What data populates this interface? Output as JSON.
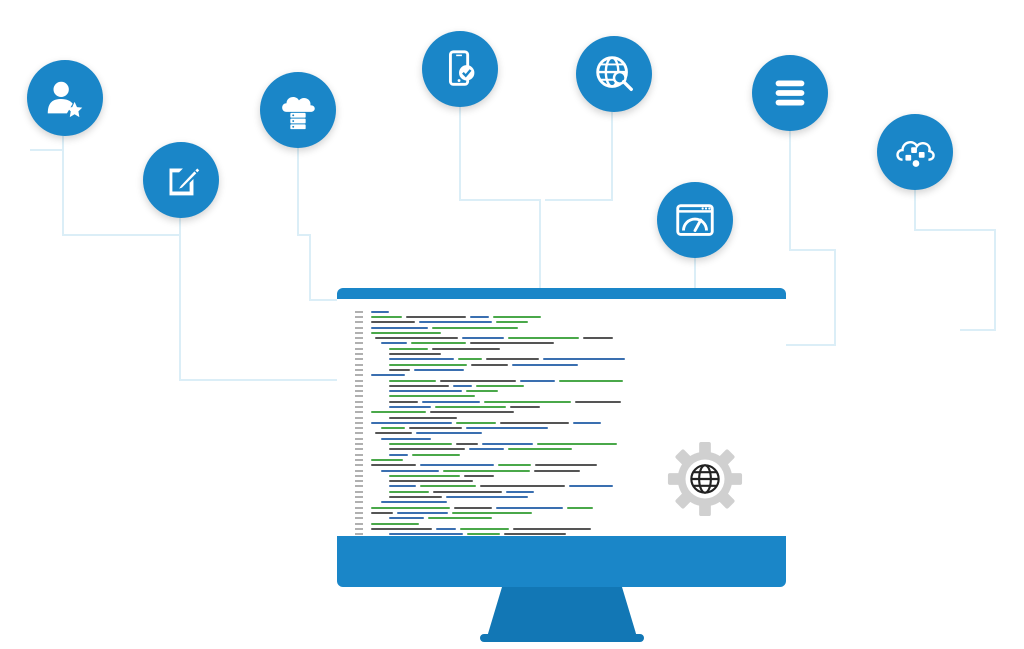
{
  "colors": {
    "accent": "#1a86c8",
    "dark_accent": "#1277b5",
    "connector": "#dbeef7",
    "gear": "#d0d0d0",
    "code_green": "#4aa84a",
    "code_blue": "#3a6fb0",
    "code_gray": "#555555"
  },
  "nodes": [
    {
      "name": "user-star-icon",
      "icon": "user-star"
    },
    {
      "name": "edit-document-icon",
      "icon": "edit-document"
    },
    {
      "name": "cloud-server-icon",
      "icon": "cloud-server"
    },
    {
      "name": "mobile-check-icon",
      "icon": "mobile-check"
    },
    {
      "name": "globe-search-icon",
      "icon": "globe-search"
    },
    {
      "name": "dashboard-speed-icon",
      "icon": "dashboard-speed"
    },
    {
      "name": "menu-lines-icon",
      "icon": "menu-lines"
    },
    {
      "name": "cloud-social-icon",
      "icon": "cloud-social"
    }
  ],
  "monitor": {
    "screen_content": "code-editor",
    "overlay_icon": "gear-globe-icon"
  }
}
